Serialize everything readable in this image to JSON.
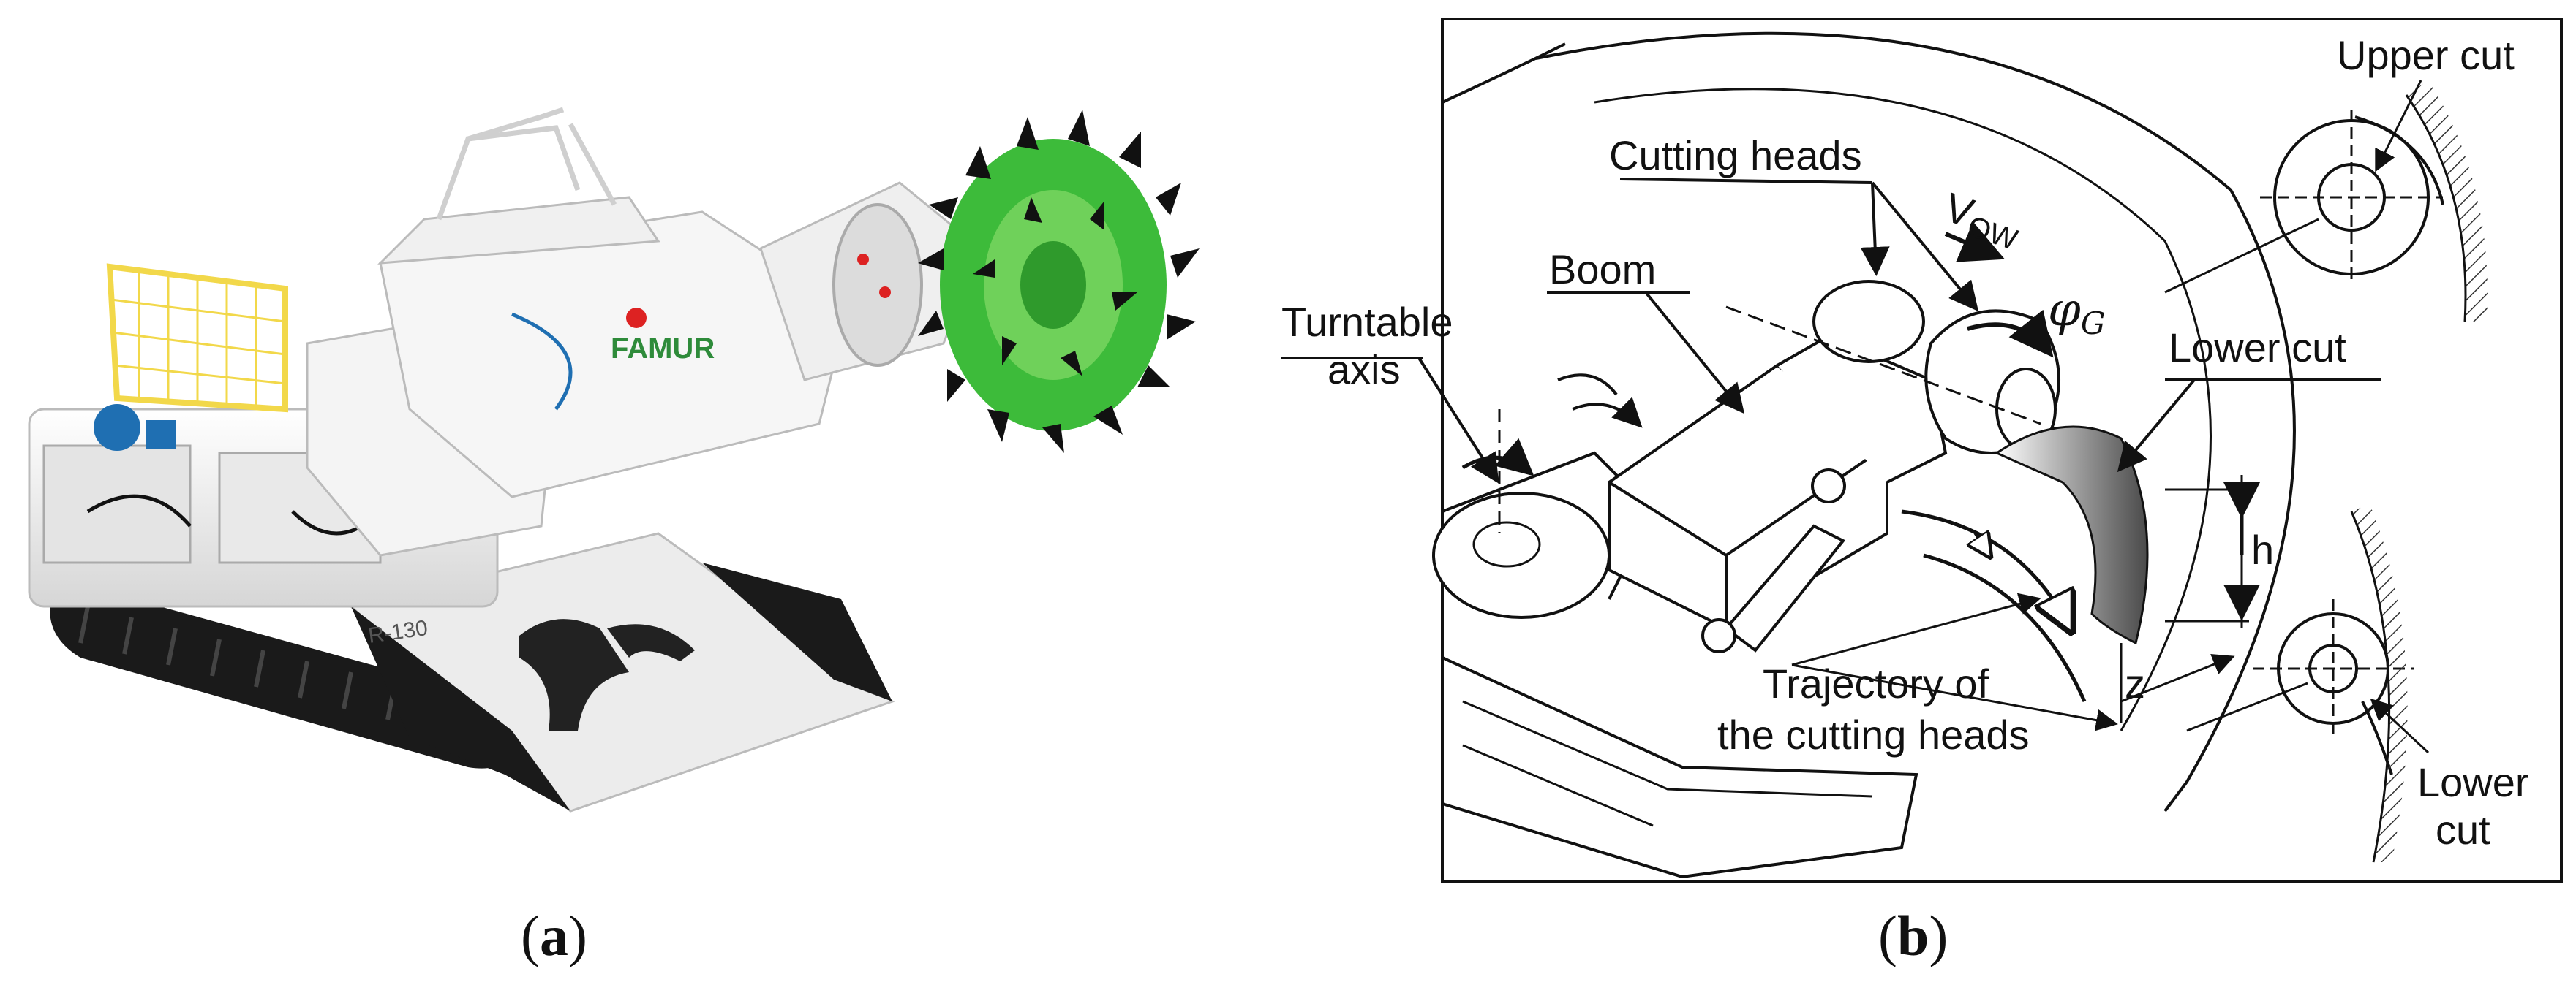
{
  "panel_a": {
    "caption": "a",
    "brand_text": "FAMUR",
    "model_text": "R-130",
    "colors": {
      "cutter_green": "#3dbb3a",
      "machine_white": "#f2f2f2",
      "track_black": "#1a1a1a",
      "guard_yellow": "#f2d84a",
      "accent_blue": "#1f6fb2"
    }
  },
  "panel_b": {
    "caption": "b",
    "labels": {
      "cutting_heads": "Cutting heads",
      "boom": "Boom",
      "turntable_line1": "Turntable",
      "turntable_line2": "axis",
      "lower_cut": "Lower cut",
      "upper_cut": "Upper cut",
      "lower_cut_b_line1": "Lower",
      "lower_cut_b_line2": "cut",
      "trajectory_line1": "Trajectory of",
      "trajectory_line2": "the cutting heads",
      "velocity_v": "V",
      "velocity_sub": "OW",
      "phi": "φ",
      "phi_sub": "G",
      "h": "h",
      "z": "z"
    }
  }
}
